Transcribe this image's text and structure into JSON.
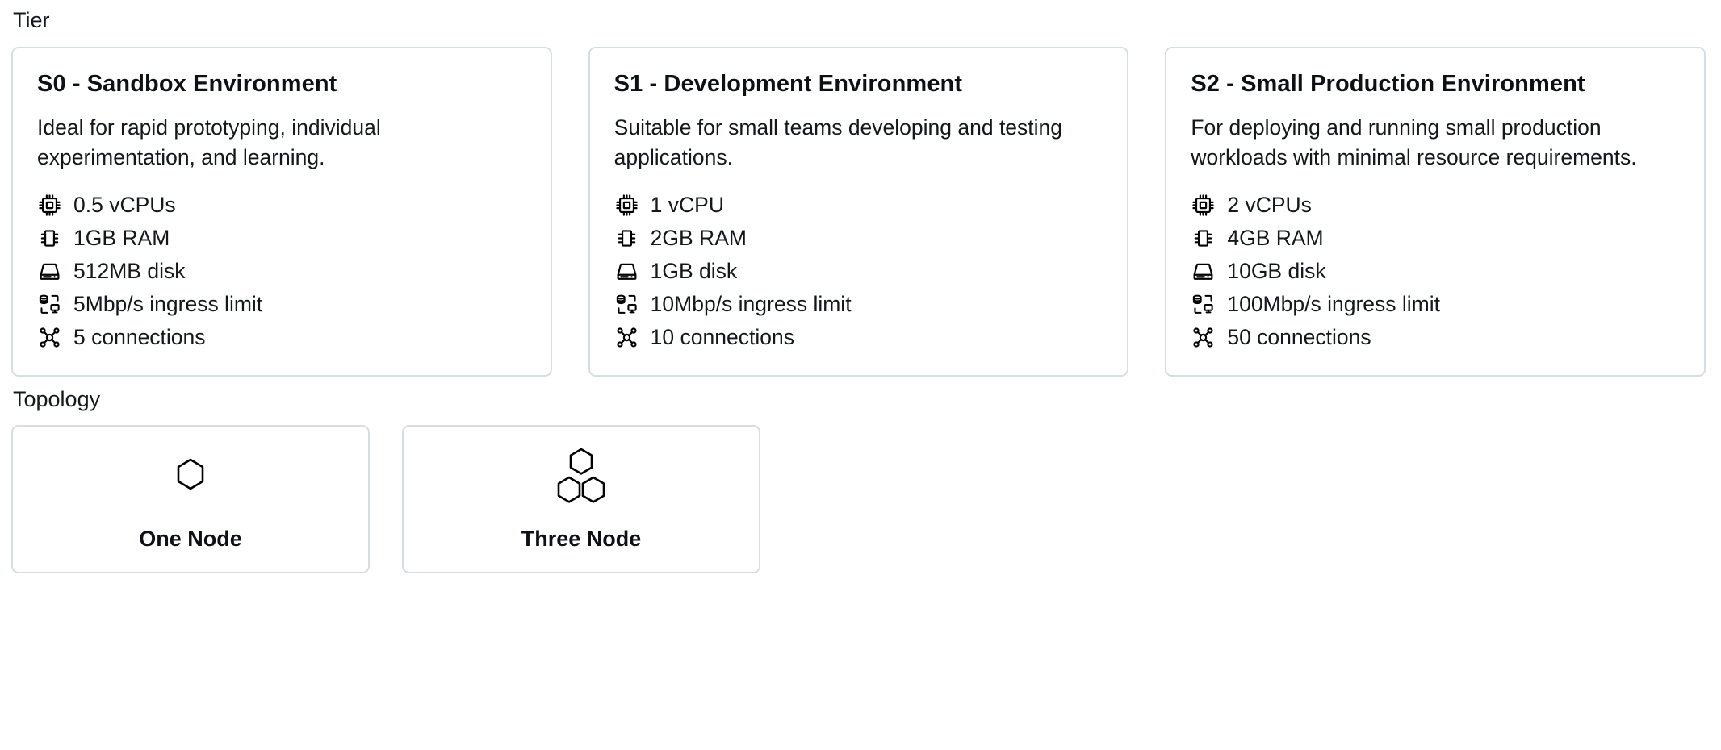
{
  "tier": {
    "label": "Tier",
    "cards": [
      {
        "title": "S0 - Sandbox Environment",
        "description": "Ideal for rapid prototyping, individual experimentation, and learning.",
        "specs": [
          {
            "icon": "cpu-icon",
            "text": "0.5 vCPUs"
          },
          {
            "icon": "memory-icon",
            "text": "1GB RAM"
          },
          {
            "icon": "hard-drive-icon",
            "text": "512MB disk"
          },
          {
            "icon": "network-transfer-icon",
            "text": "5Mbp/s ingress limit"
          },
          {
            "icon": "connections-icon",
            "text": "5 connections"
          }
        ]
      },
      {
        "title": "S1 - Development Environment",
        "description": "Suitable for small teams developing and testing applications.",
        "specs": [
          {
            "icon": "cpu-icon",
            "text": "1 vCPU"
          },
          {
            "icon": "memory-icon",
            "text": "2GB RAM"
          },
          {
            "icon": "hard-drive-icon",
            "text": "1GB disk"
          },
          {
            "icon": "network-transfer-icon",
            "text": "10Mbp/s ingress limit"
          },
          {
            "icon": "connections-icon",
            "text": "10 connections"
          }
        ]
      },
      {
        "title": "S2 - Small Production Environment",
        "description": "For deploying and running small production workloads with minimal resource requirements.",
        "specs": [
          {
            "icon": "cpu-icon",
            "text": "2 vCPUs"
          },
          {
            "icon": "memory-icon",
            "text": "4GB RAM"
          },
          {
            "icon": "hard-drive-icon",
            "text": "10GB disk"
          },
          {
            "icon": "network-transfer-icon",
            "text": "100Mbp/s ingress limit"
          },
          {
            "icon": "connections-icon",
            "text": "50 connections"
          }
        ]
      }
    ]
  },
  "topology": {
    "label": "Topology",
    "options": [
      {
        "label": "One Node",
        "icon": "single-hexagon-icon"
      },
      {
        "label": "Three Node",
        "icon": "three-hexagon-icon"
      }
    ]
  },
  "colors": {
    "card_border": "#d6dee3",
    "text": "#14181c",
    "background": "#ffffff"
  }
}
